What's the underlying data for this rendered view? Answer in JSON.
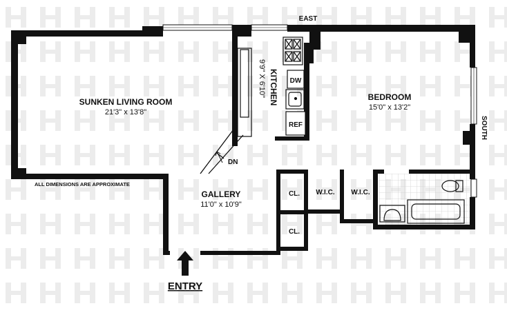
{
  "plan": {
    "compass_east": "EAST",
    "compass_south": "SOUTH",
    "rooms": {
      "living": {
        "name": "SUNKEN LIVING ROOM",
        "dims": "21'3\"  x  13'8\""
      },
      "kitchen": {
        "name": "KITCHEN",
        "dims": "9'9\"  X  6'10\""
      },
      "bedroom": {
        "name": "BEDROOM",
        "dims": "15'0\"  x  13'2\""
      },
      "gallery": {
        "name": "GALLERY",
        "dims": "11'0\"  x  10'9\""
      },
      "closet1": {
        "name": "CL."
      },
      "closet2": {
        "name": "CL."
      },
      "wic1": {
        "name": "W.I.C."
      },
      "wic2": {
        "name": "W.I.C."
      }
    },
    "appliances": {
      "dishwasher": "DW",
      "refrigerator": "REF"
    },
    "stair_label": "DN",
    "note": "ALL DIMENSIONS ARE APPROXIMATE",
    "entry_label": "ENTRY",
    "colors": {
      "wall": "#111111",
      "watermark": "#ececec",
      "floor_tile": "#dcdcdc"
    }
  }
}
